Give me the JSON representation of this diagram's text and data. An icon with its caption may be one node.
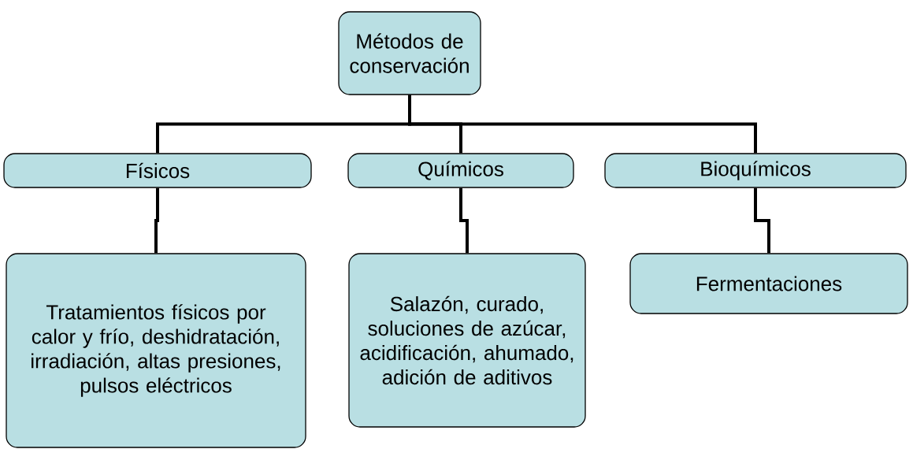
{
  "diagram": {
    "nodes": [
      {
        "text": [
          "Métodos de conservación"
        ]
      },
      {
        "text": [
          "Físicos"
        ]
      },
      {
        "text": [
          "Químicos"
        ]
      },
      {
        "text": [
          "Bioquímicos"
        ]
      },
      {
        "text": [
          "Tratamientos físicos por calor y frío, deshidratación, irradiación, altas presiones, pulsos eléctricos"
        ]
      },
      {
        "text": [
          "Salazón, curado, soluciones de azúcar, acidificación, ahumado, adición de aditivos"
        ]
      },
      {
        "text": [
          "Fermentaciones"
        ]
      }
    ],
    "edges": [
      {
        "from": 0,
        "to": 1,
        "arrow": "none"
      },
      {
        "from": 0,
        "to": 2,
        "arrow": "none"
      },
      {
        "from": 0,
        "to": 3,
        "arrow": "none"
      },
      {
        "from": 1,
        "to": 4,
        "arrow": "none"
      },
      {
        "from": 2,
        "to": 5,
        "arrow": "none"
      },
      {
        "from": 3,
        "to": 6,
        "arrow": "none"
      }
    ]
  }
}
